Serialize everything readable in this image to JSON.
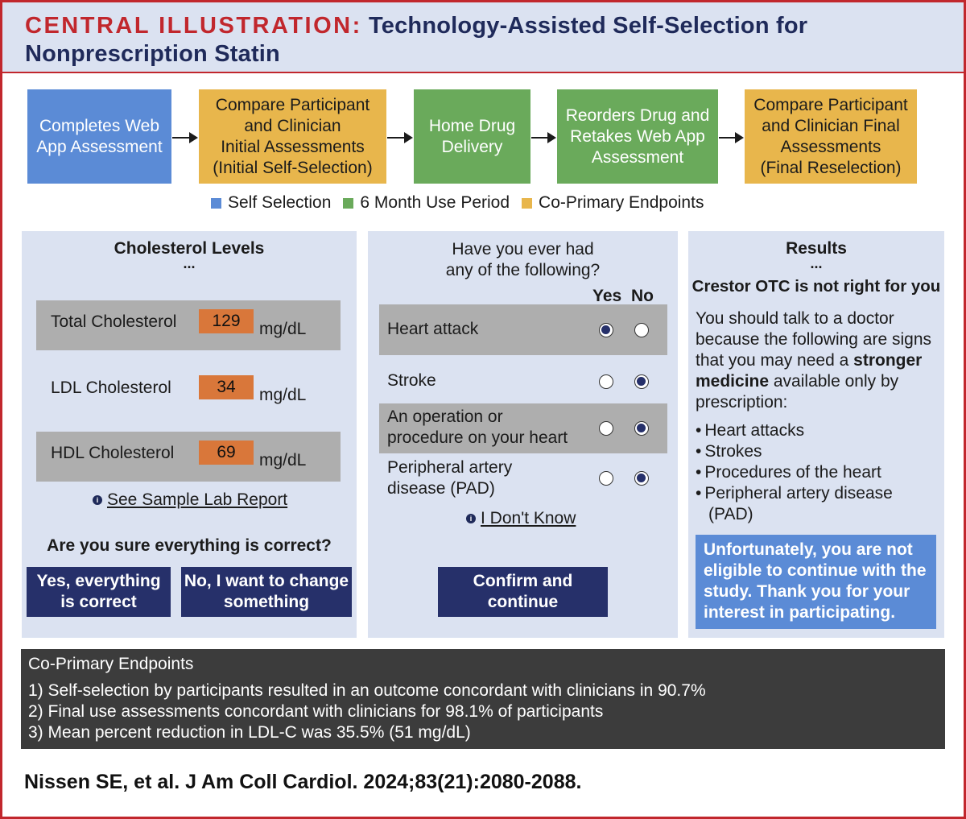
{
  "header": {
    "lead": "CENTRAL ILLUSTRATION:",
    "title_part1": "Technology-Assisted Self-Selection for",
    "title_part2": "Nonprescription Statin"
  },
  "flow": {
    "steps": [
      {
        "label": "Completes Web App Assessment",
        "category": "self-selection"
      },
      {
        "label": "Compare Participant and Clinician Initial Assessments (Initial Self-Selection)",
        "category": "co-primary"
      },
      {
        "label": "Home Drug Delivery",
        "category": "use-period"
      },
      {
        "label": "Reorders Drug and Retakes Web App Assessment",
        "category": "use-period"
      },
      {
        "label": "Compare Participant and Clinician Final Assessments (Final Reselection)",
        "category": "co-primary"
      }
    ],
    "step_lines": [
      [
        "Completes Web",
        "App Assessment"
      ],
      [
        "Compare Participant",
        "and Clinician",
        "Initial Assessments",
        "(Initial Self-Selection)"
      ],
      [
        "Home Drug",
        "Delivery"
      ],
      [
        "Reorders Drug and",
        "Retakes Web App",
        "Assessment"
      ],
      [
        "Compare Participant",
        "and Clinician Final",
        "Assessments",
        "(Final Reselection)"
      ]
    ]
  },
  "legend": {
    "items": [
      {
        "label": "Self Selection",
        "color": "#5b8bd6"
      },
      {
        "label": "6 Month Use Period",
        "color": "#6aaa5b"
      },
      {
        "label": "Co-Primary Endpoints",
        "color": "#e8b64c"
      }
    ]
  },
  "colors": {
    "accent_red": "#c1272d",
    "navy": "#26306a",
    "panel_bg": "#dbe2f1",
    "value_orange": "#d9773a"
  },
  "cholesterol": {
    "title": "Cholesterol Levels",
    "dots": "...",
    "rows": [
      {
        "label": "Total Cholesterol",
        "value": "129",
        "unit": "mg/dL"
      },
      {
        "label": "LDL Cholesterol",
        "value": "34",
        "unit": "mg/dL"
      },
      {
        "label": "HDL Cholesterol",
        "value": "69",
        "unit": "mg/dL"
      }
    ],
    "link": "See Sample Lab Report",
    "info_icon": "i",
    "question": "Are you sure everything is correct?",
    "btn_yes": [
      "Yes, everything",
      "is correct"
    ],
    "btn_no": [
      "No, I want to change",
      "something"
    ]
  },
  "questionnaire": {
    "title": [
      "Have you ever had",
      "any of the following?"
    ],
    "col_yes": "Yes",
    "col_no": "No",
    "items": [
      {
        "lines": [
          "Heart attack"
        ],
        "answer": "Yes"
      },
      {
        "lines": [
          "Stroke"
        ],
        "answer": "No"
      },
      {
        "lines": [
          "An operation or",
          "procedure on your heart"
        ],
        "answer": "No"
      },
      {
        "lines": [
          "Peripheral artery",
          "disease (PAD)"
        ],
        "answer": "No"
      }
    ],
    "link": "I Don't Know",
    "info_icon": "i",
    "confirm": [
      "Confirm and",
      "continue"
    ]
  },
  "results": {
    "title": "Results",
    "dots": "...",
    "subtitle": "Crestor OTC is not right for you",
    "body_lines": [
      "You should talk to a doctor",
      "because the following are signs",
      "that you may need a ",
      "stronger",
      "medicine",
      " available only by",
      "prescription:"
    ],
    "bullets": [
      "Heart attacks",
      "Strokes",
      "Procedures of the heart",
      "Peripheral artery disease"
    ],
    "bullet_cont": "(PAD)",
    "notice_lines": [
      "Unfortunately, you are not",
      "eligible to continue with the",
      "study. Thank you for your",
      "interest in participating."
    ]
  },
  "endpoints": {
    "heading": "Co-Primary Endpoints",
    "items": [
      "1) Self-selection by participants resulted in an outcome concordant with clinicians in 90.7%",
      "2) Final use assessments concordant with clinicians for 98.1% of participants",
      "3) Mean percent reduction in LDL-C was 35.5% (51 mg/dL)"
    ]
  },
  "citation": "Nissen SE, et al. J Am Coll Cardiol. 2024;83(21):2080-2088."
}
